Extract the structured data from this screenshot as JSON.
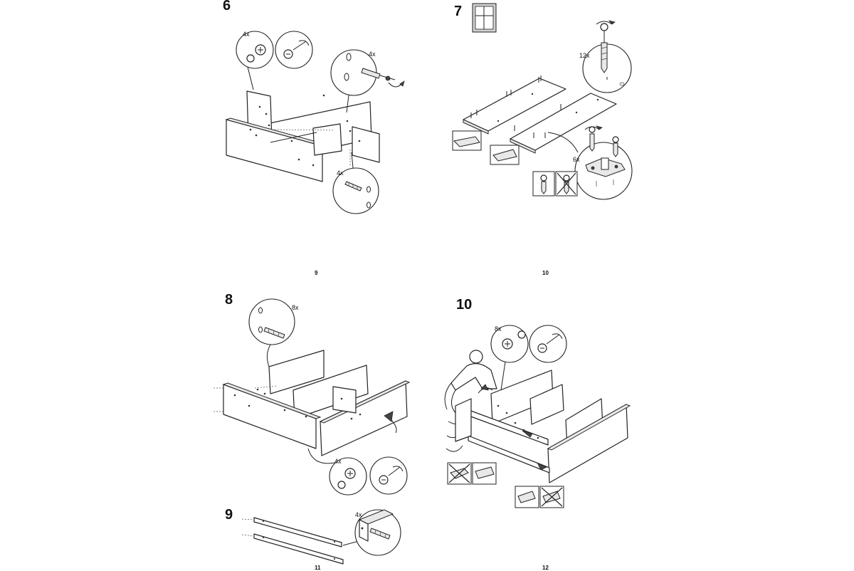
{
  "steps": {
    "s6": {
      "number": "6",
      "qty_left": "4x",
      "qty_right": "4x",
      "qty_dowel": "4x"
    },
    "s7": {
      "number": "7",
      "qty_screw": "12x",
      "qty_bracket": "6x"
    },
    "s8": {
      "number": "8",
      "qty_dowel": "8x",
      "qty_cam": "4x"
    },
    "s9": {
      "number": "9",
      "qty_dowel": "4x"
    },
    "s10": {
      "number": "10",
      "qty_cam": "8x"
    }
  },
  "page_numbers": {
    "p9": "9",
    "p10": "10",
    "p11": "11",
    "p12": "12"
  },
  "icons": [
    "cam-lock-icon",
    "screwdriver-icon",
    "dowel-icon",
    "screw-icon",
    "bracket-icon",
    "no-power-drill-icon",
    "rotate-arrow-icon",
    "person-icon"
  ]
}
